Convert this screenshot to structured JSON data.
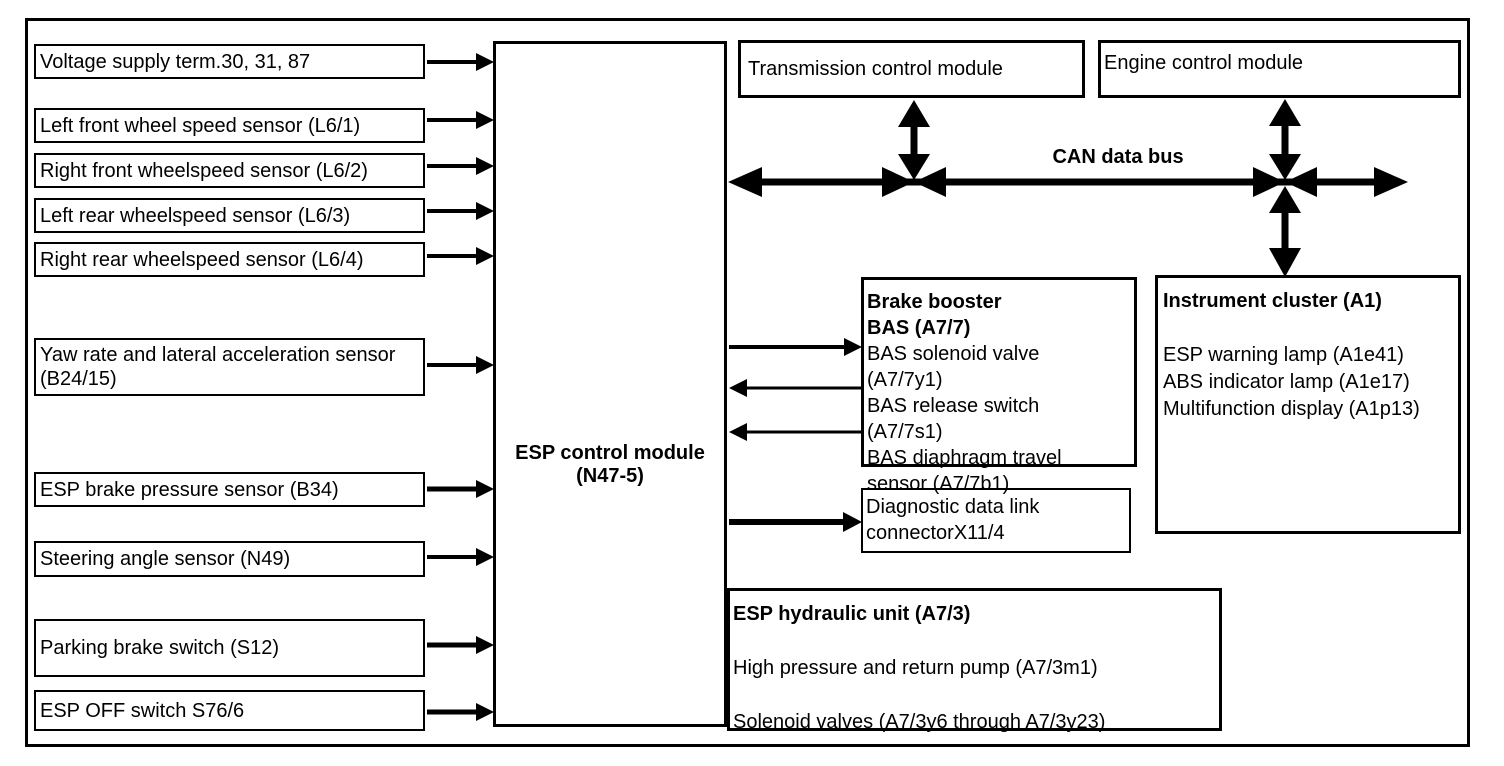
{
  "colors": {
    "ink": "#000000",
    "paper": "#ffffff"
  },
  "inputs": [
    "Voltage supply term.30, 31, 87",
    "Left front wheel speed sensor (L6/1)",
    "Right front wheelspeed sensor (L6/2)",
    "Left rear wheelspeed sensor (L6/3)",
    "Right rear wheelspeed sensor (L6/4)",
    "Yaw rate and lateral acceleration sensor (B24/15)",
    "ESP brake pressure sensor (B34)",
    "Steering angle sensor (N49)",
    "Parking brake switch (S12)",
    "ESP OFF switch S76/6"
  ],
  "esp_module": {
    "title_line1": "ESP control module",
    "title_line2": "(N47-5)"
  },
  "transmission": {
    "label": "Transmission control module"
  },
  "engine": {
    "label": "Engine control module"
  },
  "can_bus": {
    "label": "CAN data bus"
  },
  "brake_booster": {
    "title_line1": "Brake booster",
    "title_line2": "BAS (A7/7)",
    "lines": [
      "BAS solenoid valve",
      "(A7/7y1)",
      "BAS release switch",
      "(A7/7s1)",
      "BAS diaphragm travel",
      "sensor (A7/7b1)"
    ]
  },
  "diagnostic": {
    "line1": "Diagnostic data link",
    "line2": "connectorX11/4"
  },
  "instrument_cluster": {
    "title": "Instrument cluster (A1)",
    "items": [
      "ESP warning lamp (A1e41)",
      "ABS indicator lamp (A1e17)",
      "Multifunction display (A1p13)"
    ]
  },
  "hydraulic_unit": {
    "title": "ESP hydraulic unit (A7/3)",
    "items": [
      "High pressure and return pump (A7/3m1)",
      "Solenoid valves (A7/3y6 through A7/3y23)"
    ]
  }
}
